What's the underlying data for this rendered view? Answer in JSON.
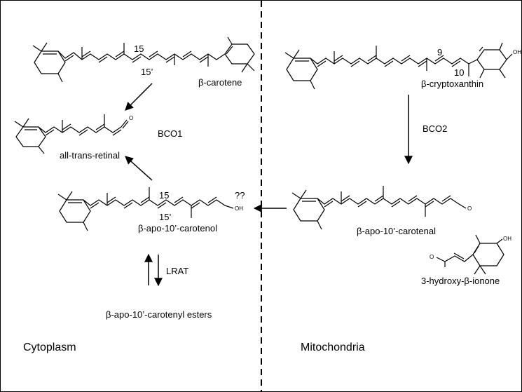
{
  "compartments": {
    "left": "Cytoplasm",
    "right": "Mitochondria"
  },
  "molecules": {
    "beta_carotene": "β-carotene",
    "retinal": "all-trans-retinal",
    "carotenol": "β-apo-10’-carotenol",
    "cryptoxanthin": "β-cryptoxanthin",
    "carotenal": "β-apo-10’-carotenal",
    "ionone": "3-hydroxy-β-ionone",
    "esters": "β-apo-10’-carotenyl esters"
  },
  "enzymes": {
    "bco1": "BCO1",
    "bco2": "BCO2",
    "lrat": "LRAT",
    "unknown": "??"
  },
  "positions": {
    "c15": "15",
    "c15p": "15’",
    "c9": "9",
    "c10": "10",
    "c15_carotenol": "15",
    "c15p_carotenol": "15’"
  },
  "atoms": {
    "oh": "OH",
    "o": "O"
  },
  "colors": {
    "line": "#000000",
    "background": "#ffffff"
  }
}
